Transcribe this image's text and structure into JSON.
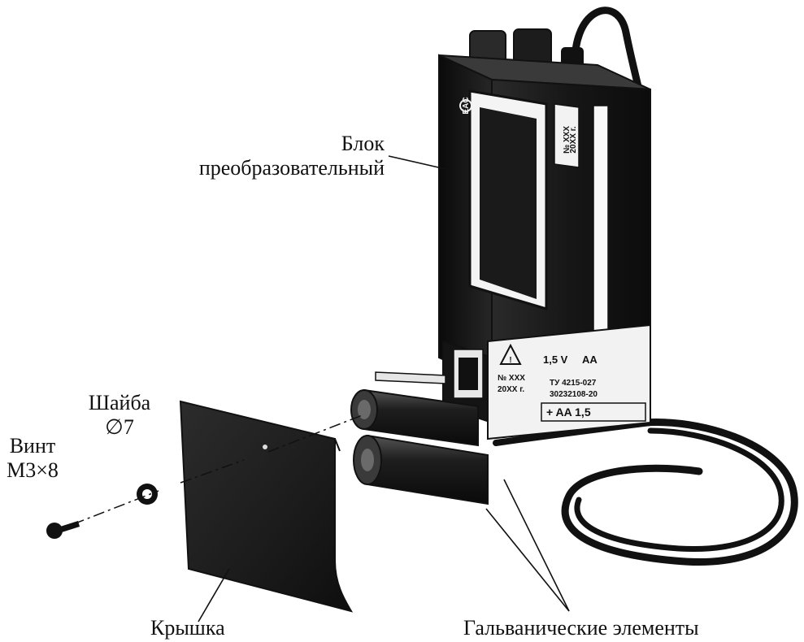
{
  "labels": {
    "block": [
      "Блок",
      "преобразовательный"
    ],
    "washer": [
      "Шайба",
      "∅7"
    ],
    "screw": [
      "Винт",
      "М3×8"
    ],
    "cover": "Крышка",
    "cells": "Гальванические элементы"
  },
  "device_print": {
    "brand": "EAC",
    "serial": "№ XXX",
    "year": "20XX г.",
    "spec": "ТУ 4215-027",
    "spec_code": "30232108-20",
    "voltage": "1,5 V",
    "battery_type": "AA",
    "battery_polarity": "+ AA 1,5"
  },
  "colors": {
    "ink": "#111111",
    "body": "#1a1a1a",
    "panel": "#f2f2f2",
    "background": "#ffffff"
  }
}
